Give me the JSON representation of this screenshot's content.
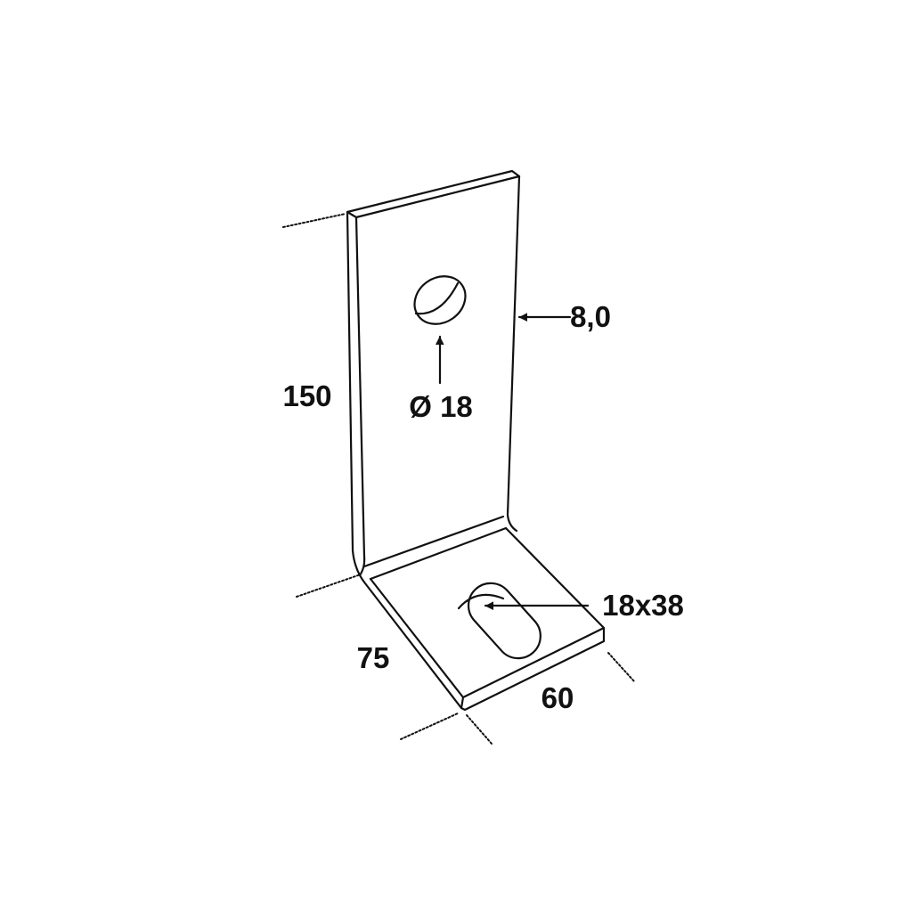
{
  "dimensions": {
    "height": "150",
    "hole_diameter": "Ø 18",
    "thickness": "8,0",
    "slot": "18x38",
    "foot_depth": "75",
    "width": "60"
  },
  "colors": {
    "line": "#111111",
    "background": "#ffffff"
  }
}
